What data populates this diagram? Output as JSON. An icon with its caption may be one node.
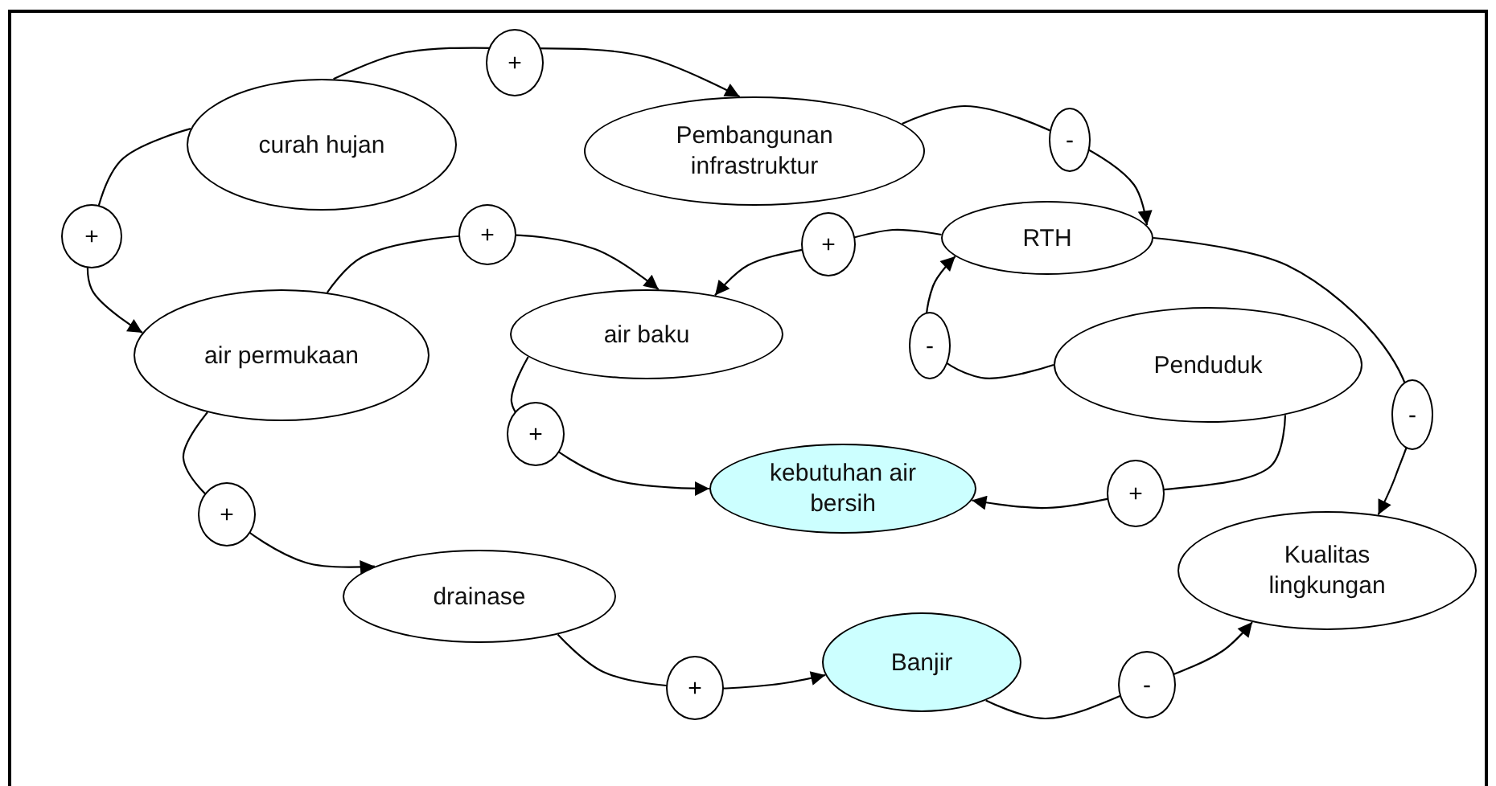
{
  "diagram": {
    "nodes": [
      {
        "text": [
          "curah hujan"
        ]
      },
      {
        "text": [
          "Pembangunan infrastruktur"
        ]
      },
      {
        "text": [
          "RTH"
        ]
      },
      {
        "text": [
          "air baku"
        ]
      },
      {
        "text": [
          "air permukaan"
        ]
      },
      {
        "text": [
          "Penduduk"
        ]
      },
      {
        "text": [
          "kebutuhan air bersih"
        ]
      },
      {
        "text": [
          "Kualitas lingkungan"
        ]
      },
      {
        "text": [
          "drainase"
        ]
      },
      {
        "text": [
          "Banjir"
        ]
      }
    ],
    "edges": [
      {
        "from": 0,
        "to": 1,
        "arrow": "to",
        "label": "+"
      },
      {
        "from": 0,
        "to": 4,
        "arrow": "to",
        "label": "+"
      },
      {
        "from": 4,
        "to": 3,
        "arrow": "to",
        "label": "+"
      },
      {
        "from": 1,
        "to": 2,
        "arrow": "to",
        "label": "-"
      },
      {
        "from": 2,
        "to": 3,
        "arrow": "to",
        "label": "+"
      },
      {
        "from": 5,
        "to": 2,
        "arrow": "to",
        "label": "-"
      },
      {
        "from": 3,
        "to": 6,
        "arrow": "to",
        "label": "+"
      },
      {
        "from": 5,
        "to": 6,
        "arrow": "to",
        "label": "+"
      },
      {
        "from": 4,
        "to": 8,
        "arrow": "to",
        "label": "+"
      },
      {
        "from": 8,
        "to": 9,
        "arrow": "to",
        "label": "+"
      },
      {
        "from": 2,
        "to": 7,
        "arrow": "to",
        "label": "-"
      },
      {
        "from": 9,
        "to": 7,
        "arrow": "to",
        "label": "-"
      }
    ]
  }
}
